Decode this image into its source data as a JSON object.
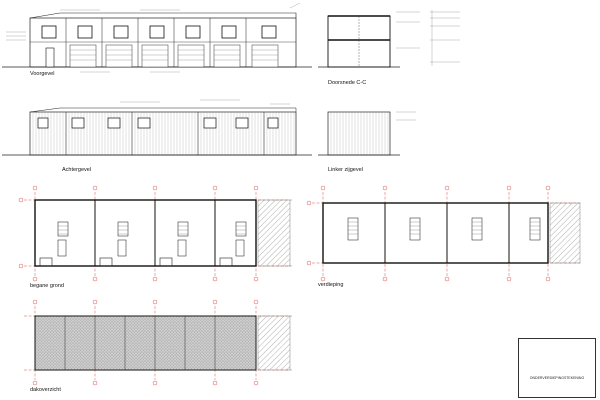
{
  "labels": {
    "voorgevel": "Voorgevel",
    "doorsnede": "Doorsnede C-C",
    "achtergevel": "Achtergevel",
    "linker_zijgevel": "Linker zijgevel",
    "begane_grond": "begane grond",
    "verdieping": "verdieping",
    "dakoverzicht": "dakoverzicht"
  },
  "title_block": {
    "header": "ONDERVERDIEPINGSTEKENING"
  },
  "colors": {
    "line": "#222222",
    "grid_red": "#d62828",
    "hatch": "#999999",
    "roof_fill": "#c8c8c8"
  }
}
